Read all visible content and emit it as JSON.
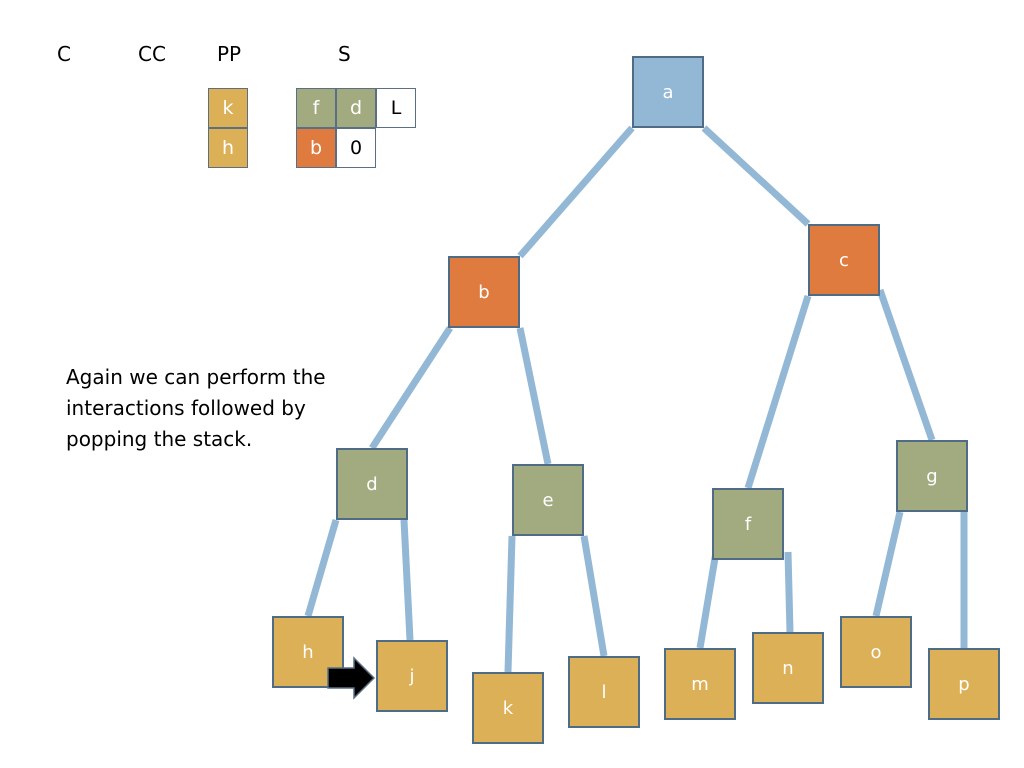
{
  "headers": {
    "c": "C",
    "cc": "CC",
    "pp": "PP",
    "s": "S"
  },
  "pp_stack": [
    "k",
    "h"
  ],
  "s_stack": {
    "row1": [
      "f",
      "d",
      "L"
    ],
    "row2": [
      "b",
      "0"
    ]
  },
  "note": "Again we can perform the interactions followed by popping the stack.",
  "nodes": {
    "a": "a",
    "b": "b",
    "c": "c",
    "d": "d",
    "e": "e",
    "f": "f",
    "g": "g",
    "h": "h",
    "j": "j",
    "k": "k",
    "l": "l",
    "m": "m",
    "n": "n",
    "o": "o",
    "p": "p"
  },
  "colors": {
    "root": "#93b8d6",
    "level1": "#e07b40",
    "level2": "#a1ab7f",
    "leaf": "#dbb056",
    "edge": "#93b8d6",
    "border": "#4f6b86"
  }
}
